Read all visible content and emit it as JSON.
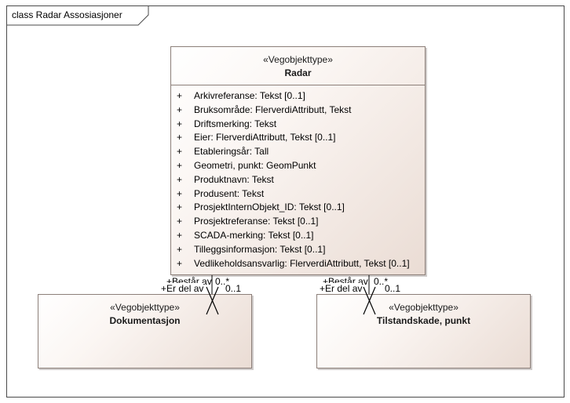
{
  "diagram": {
    "title": "class Radar Assosiasjoner"
  },
  "classes": {
    "radar": {
      "stereotype": "«Vegobjekttype»",
      "name": "Radar",
      "attributes": [
        {
          "visibility": "+",
          "text": "Arkivreferanse: Tekst [0..1]"
        },
        {
          "visibility": "+",
          "text": "Bruksområde: FlerverdiAttributt, Tekst"
        },
        {
          "visibility": "+",
          "text": "Driftsmerking: Tekst"
        },
        {
          "visibility": "+",
          "text": "Eier: FlerverdiAttributt, Tekst [0..1]"
        },
        {
          "visibility": "+",
          "text": "Etableringsår: Tall"
        },
        {
          "visibility": "+",
          "text": "Geometri, punkt: GeomPunkt"
        },
        {
          "visibility": "+",
          "text": "Produktnavn: Tekst"
        },
        {
          "visibility": "+",
          "text": "Produsent: Tekst"
        },
        {
          "visibility": "+",
          "text": "ProsjektInternObjekt_ID: Tekst [0..1]"
        },
        {
          "visibility": "+",
          "text": "Prosjektreferanse: Tekst [0..1]"
        },
        {
          "visibility": "+",
          "text": "SCADA-merking: Tekst [0..1]"
        },
        {
          "visibility": "+",
          "text": "Tilleggsinformasjon: Tekst [0..1]"
        },
        {
          "visibility": "+",
          "text": "Vedlikeholdsansvarlig: FlerverdiAttributt, Tekst [0..1]"
        }
      ]
    },
    "dokumentasjon": {
      "stereotype": "«Vegobjekttype»",
      "name": "Dokumentasjon"
    },
    "tilstandskade": {
      "stereotype": "«Vegobjekttype»",
      "name": "Tilstandskade, punkt"
    }
  },
  "associations": [
    {
      "source_role": "+Består av",
      "source_multiplicity": "0..*",
      "target_role": "+Er del av",
      "target_multiplicity": "0..1"
    },
    {
      "source_role": "+Består av",
      "source_multiplicity": "0..*",
      "target_role": "+Er del av",
      "target_multiplicity": "0..1"
    }
  ]
}
